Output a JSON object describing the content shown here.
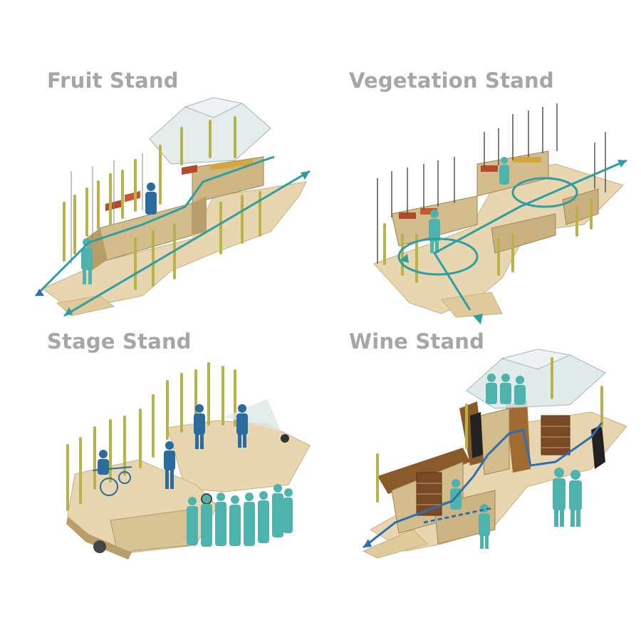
{
  "panels": {
    "fruit": {
      "title": "Fruit Stand"
    },
    "vegetation": {
      "title": "Vegetation Stand"
    },
    "stage": {
      "title": "Stage Stand"
    },
    "wine": {
      "title": "Wine Stand"
    }
  },
  "colors": {
    "title_gray": "#a6a6a6",
    "platform_tan": "#e8d6b0",
    "wall_tan": "#d4bd8c",
    "wall_shadow": "#b89e6a",
    "plant_green": "#c8c25a",
    "flow_teal": "#2e9ea0",
    "flow_blue": "#2d6fb5",
    "figure_teal": "#4fb3ad",
    "figure_blue": "#2c6b9e",
    "canopy": "#dde7e7",
    "crate_red": "#b34a2c"
  }
}
